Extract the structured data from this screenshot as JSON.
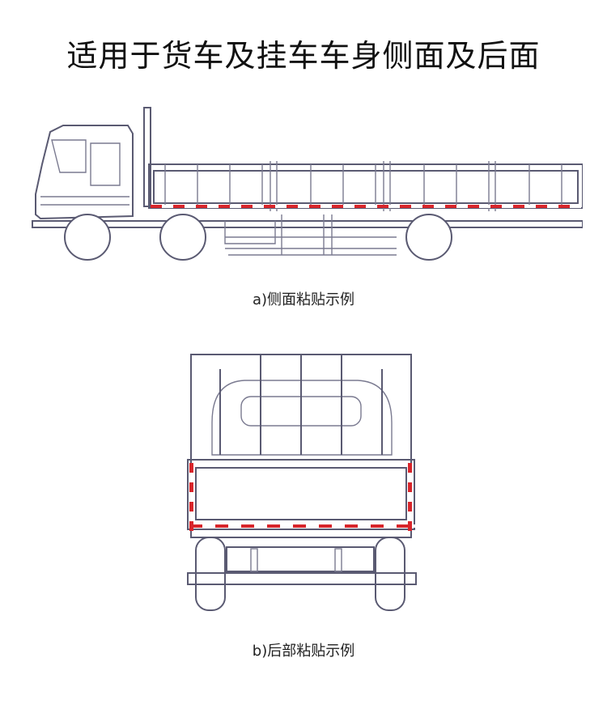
{
  "title": "适用于货车及挂车车身侧面及后面",
  "figures": [
    {
      "id": "a",
      "caption": "a)侧面粘贴示例"
    },
    {
      "id": "b",
      "caption": "b)后部粘贴示例"
    }
  ],
  "colors": {
    "reflective_red": "#d8252b",
    "reflective_white": "#ffffff",
    "line": "#5a5a72"
  }
}
